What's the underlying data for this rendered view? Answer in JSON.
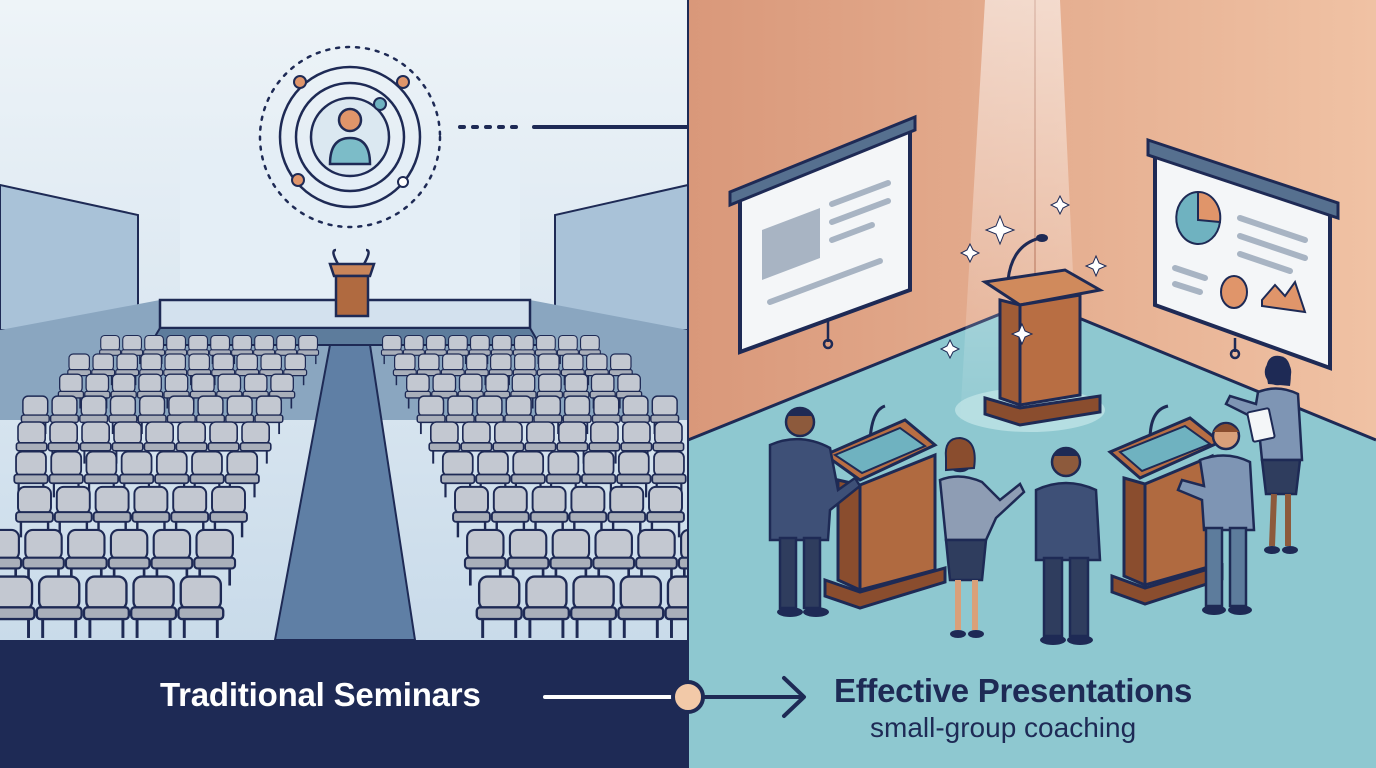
{
  "left_panel": {
    "caption": "Traditional Seminars"
  },
  "right_panel": {
    "caption": "Effective Presentations",
    "subcaption": "small-group coaching"
  },
  "colors": {
    "navy": "#1e2a55",
    "left_sky": "#dde9f2",
    "right_wall": "#e6b293",
    "floor_teal": "#8ec8d0",
    "chair": "#b6bcc6",
    "podium_wood": "#b06a40",
    "connector_dot": "#f2c9a8"
  },
  "icons": [
    "audience-focus-icon",
    "person-icon",
    "arrow-right-icon",
    "sparkle-icon"
  ]
}
